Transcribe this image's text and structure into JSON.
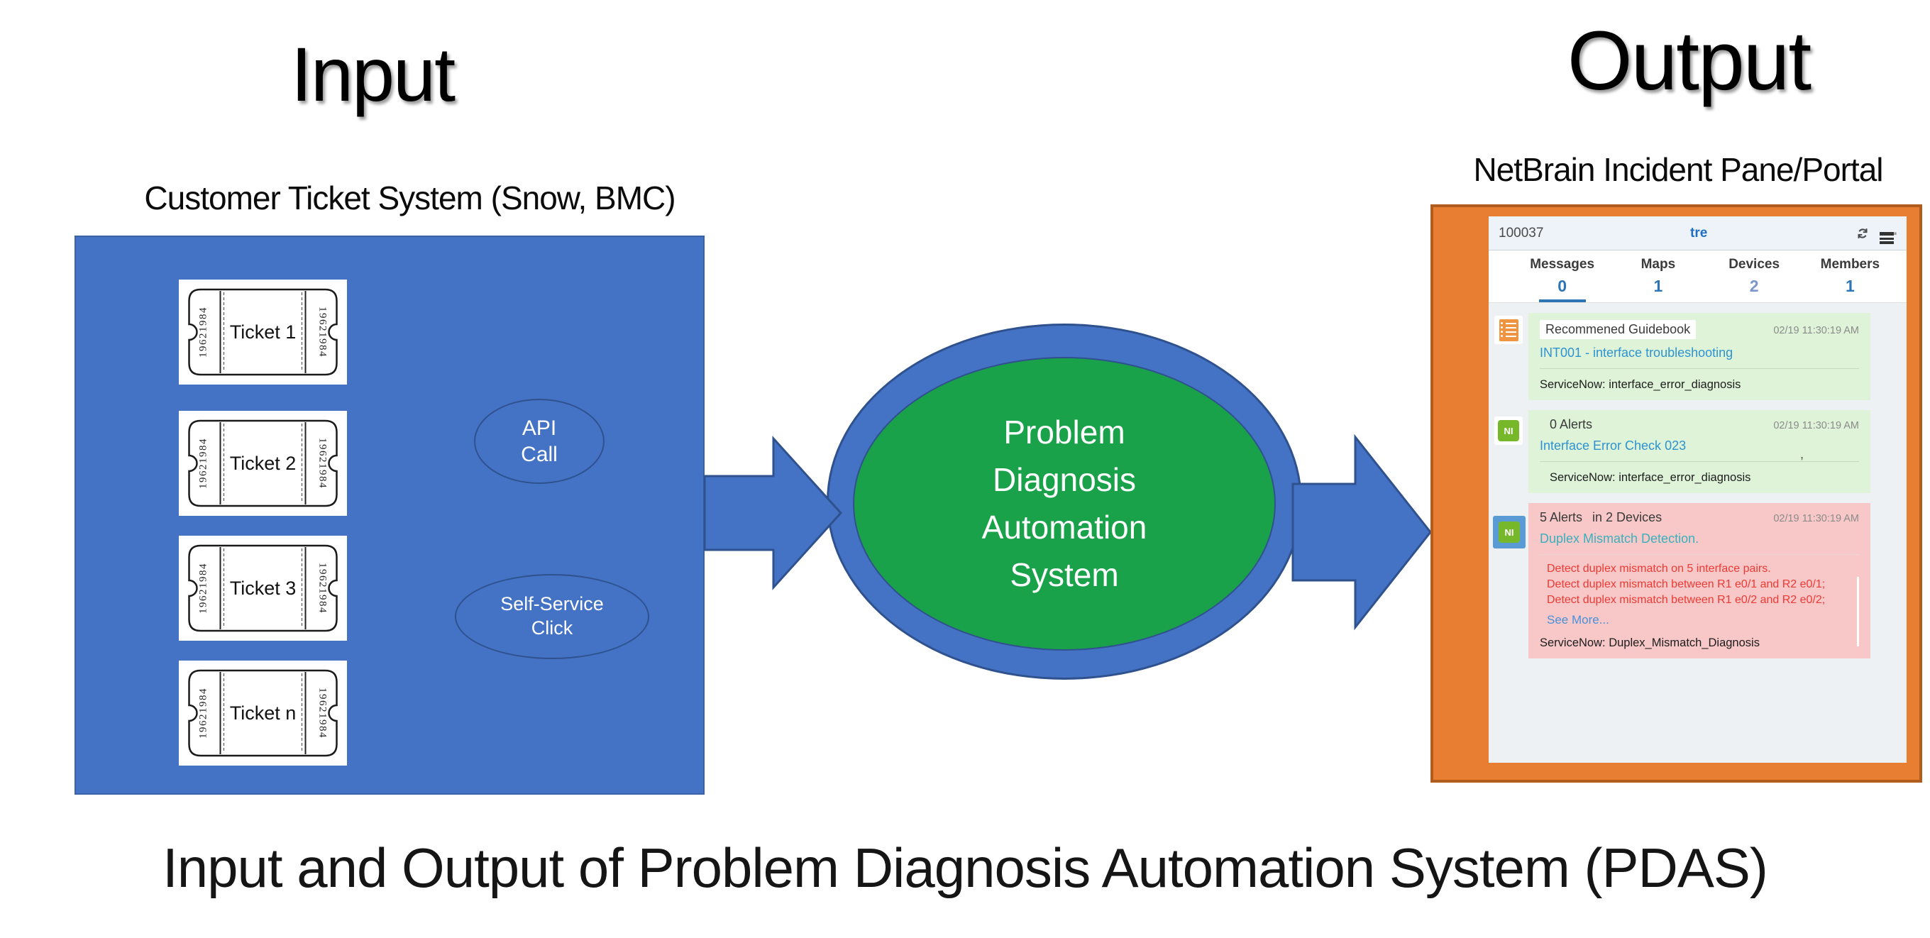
{
  "titles": {
    "input": "Input",
    "input_subtitle": "Customer Ticket System (Snow, BMC)",
    "output": "Output",
    "output_subtitle": "NetBrain Incident Pane/Portal",
    "caption": "Input and Output of Problem Diagnosis Automation System (PDAS)"
  },
  "input_box": {
    "stub_number": "19621984",
    "tickets": [
      {
        "label": "Ticket 1"
      },
      {
        "label": "Ticket 2"
      },
      {
        "label": "Ticket 3"
      },
      {
        "label": "Ticket n"
      }
    ],
    "api_call": {
      "line1": "API",
      "line2": "Call"
    },
    "self_service": {
      "line1": "Self-Service",
      "line2": "Click"
    }
  },
  "process": {
    "lines": [
      "Problem",
      "Diagnosis",
      "Automation",
      "System"
    ]
  },
  "panel": {
    "header": {
      "id": "100037",
      "title": "tre"
    },
    "tabs": [
      {
        "label": "Messages",
        "count": "0"
      },
      {
        "label": "Maps",
        "count": "1"
      },
      {
        "label": "Devices",
        "count": "2"
      },
      {
        "label": "Members",
        "count": "1"
      }
    ],
    "messages": [
      {
        "badge": "guidebook",
        "title": "Recommened Guidebook",
        "timestamp": "02/19 11:30:19 AM",
        "link": "INT001 - interface troubleshooting",
        "footer": "ServiceNow: interface_error_diagnosis"
      },
      {
        "badge": "NI",
        "title": "0 Alerts",
        "timestamp": "02/19 11:30:19 AM",
        "link": "Interface Error Check 023",
        "link_suffix": ",",
        "footer": "ServiceNow: interface_error_diagnosis"
      },
      {
        "badge": "NI",
        "title": "5 Alerts",
        "title2": "in 2 Devices",
        "timestamp": "02/19 11:30:19 AM",
        "link": "Duplex Mismatch Detection.",
        "details": [
          "Detect duplex mismatch on 5 interface pairs.",
          "Detect duplex mismatch between R1 e0/1 and R2 e0/1;",
          "Detect duplex mismatch between R1 e0/2 and R2 e0/2;"
        ],
        "see_more": "See More...",
        "footer": "ServiceNow: Duplex_Mismatch_Diagnosis"
      }
    ]
  },
  "colors": {
    "shape-blue": "#4472c4",
    "shape-blue-dark": "#2f528f",
    "process-green": "#1aa24a",
    "orange": "#e87e31",
    "orange-border": "#b05c1d",
    "header-bg": "#eef3f9",
    "content-bg": "#eef1f3",
    "card-green": "#def3d8",
    "card-pink": "#f8c7c7",
    "link-blue": "#2e93d0",
    "link-teal": "#3ab0bd",
    "see-more-blue": "#4a90d9",
    "alert-red": "#ee3a34",
    "ni-green": "#77b82a",
    "ni-plate-blue": "#5b9bd5",
    "tab-blue": "#2e75b6",
    "guidebook-orange": "#ef9441"
  }
}
